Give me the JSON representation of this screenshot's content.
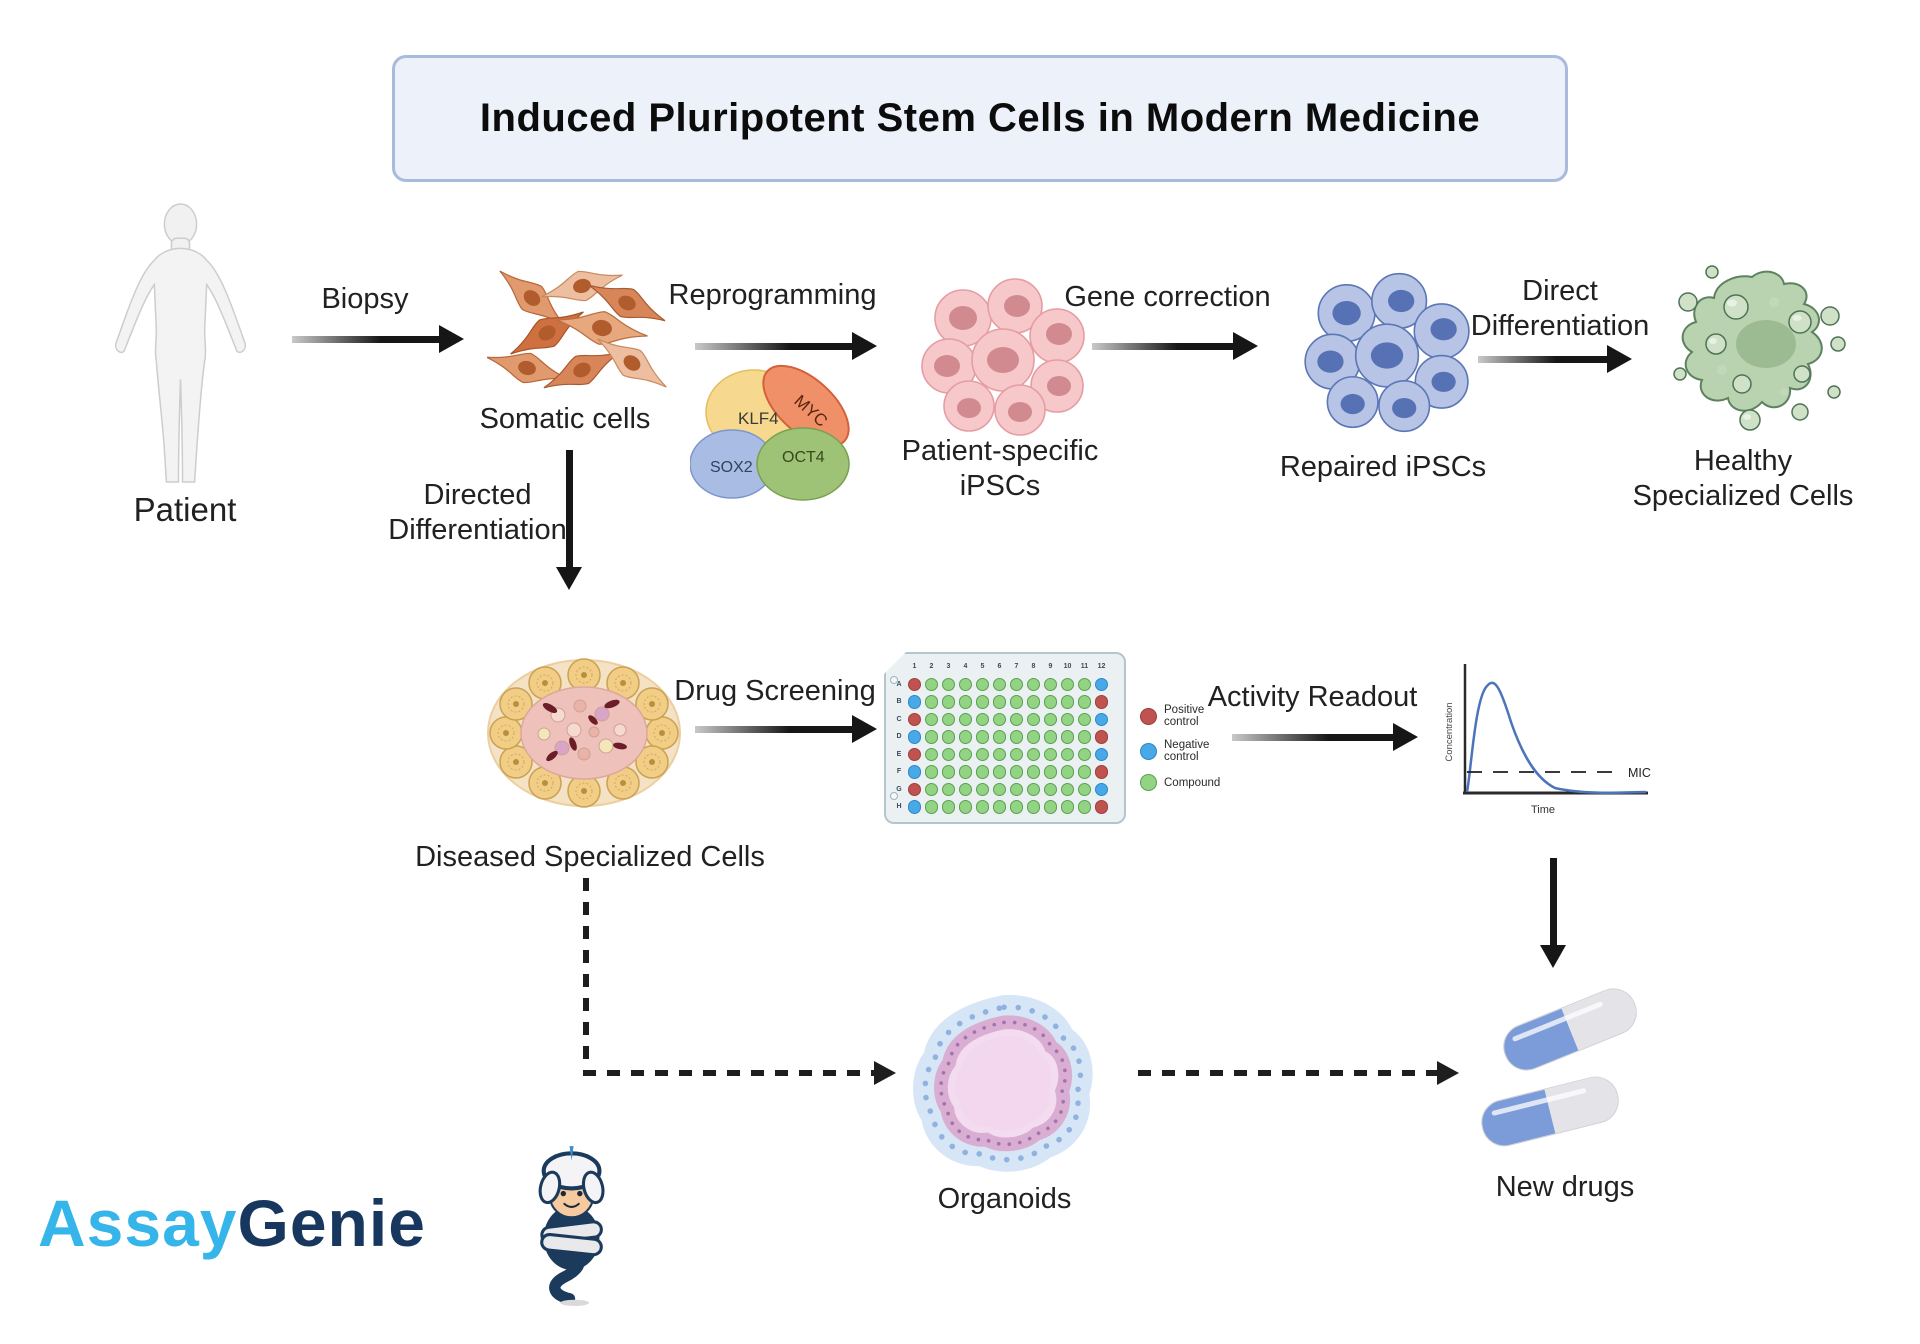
{
  "title": "Induced Pluripotent Stem Cells in Modern Medicine",
  "nodes": {
    "patient": "Patient",
    "somatic_cells": "Somatic cells",
    "patient_specific_ipscs": [
      "Patient-specific",
      "iPSCs"
    ],
    "repaired_ipscs": "Repaired iPSCs",
    "healthy_specialized_cells": [
      "Healthy",
      "Specialized Cells"
    ],
    "diseased_specialized_cells": "Diseased Specialized Cells",
    "organoids": "Organoids",
    "new_drugs": "New drugs"
  },
  "process_labels": {
    "biopsy": "Biopsy",
    "reprogramming": "Reprogramming",
    "gene_correction": "Gene correction",
    "direct_differentiation": [
      "Direct",
      "Differentiation"
    ],
    "directed_differentiation": [
      "Directed",
      "Differentiation"
    ],
    "drug_screening": "Drug Screening",
    "activity_readout": "Activity Readout"
  },
  "reprogramming_factors": {
    "klf4": "KLF4",
    "myc": "MYC",
    "sox2": "SOX2",
    "oct4": "OCT4"
  },
  "well_plate": {
    "row_labels": [
      "A",
      "B",
      "C",
      "D",
      "E",
      "F",
      "G",
      "H"
    ],
    "col_labels": [
      "1",
      "2",
      "3",
      "4",
      "5",
      "6",
      "7",
      "8",
      "9",
      "10",
      "11",
      "12"
    ],
    "legend": [
      {
        "id": "positive",
        "label": "Positive control",
        "color": "#c0534f",
        "border": "#9c3f3d"
      },
      {
        "id": "negative",
        "label": "Negative control",
        "color": "#47a9e8",
        "border": "#2f86c4"
      },
      {
        "id": "compound",
        "label": "Compound",
        "color": "#92d484",
        "border": "#59a04e"
      }
    ],
    "first_column": [
      "positive",
      "negative",
      "positive",
      "negative",
      "positive",
      "negative",
      "positive",
      "negative"
    ],
    "last_column": [
      "negative",
      "positive",
      "negative",
      "positive",
      "negative",
      "positive",
      "negative",
      "positive"
    ],
    "inner_wells": "compound"
  },
  "readout_chart": {
    "ylabel": "Concentration",
    "xlabel": "Time",
    "threshold": "MIC"
  },
  "logo": {
    "brand_blue": "Assay",
    "brand_navy": "Genie"
  }
}
